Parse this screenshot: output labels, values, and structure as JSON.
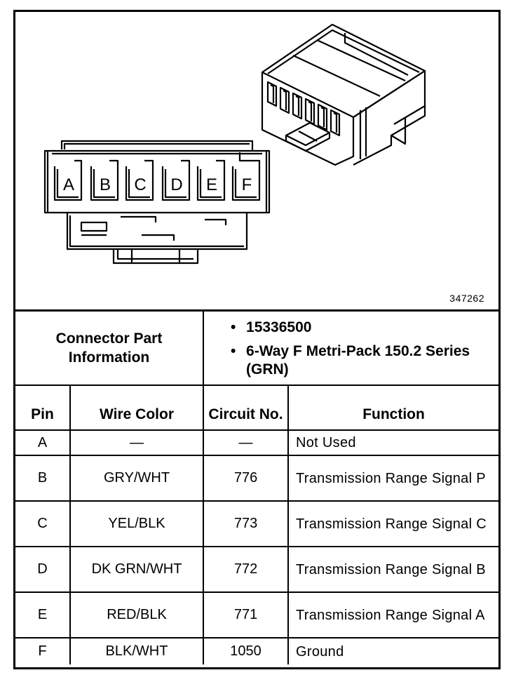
{
  "figure": {
    "id": "347262",
    "pin_letters": [
      "A",
      "B",
      "C",
      "D",
      "E",
      "F"
    ]
  },
  "connector_info": {
    "label": "Connector Part Information",
    "items": [
      "15336500",
      "6-Way F Metri-Pack 150.2 Series (GRN)"
    ]
  },
  "table": {
    "headers": {
      "pin": "Pin",
      "wire_color": "Wire Color",
      "circuit": "Circuit No.",
      "function": "Function"
    },
    "rows": [
      {
        "pin": "A",
        "wire_color": "—",
        "circuit": "—",
        "function": "Not Used"
      },
      {
        "pin": "B",
        "wire_color": "GRY/WHT",
        "circuit": "776",
        "function": "Transmission Range Signal P"
      },
      {
        "pin": "C",
        "wire_color": "YEL/BLK",
        "circuit": "773",
        "function": "Transmission Range Signal C"
      },
      {
        "pin": "D",
        "wire_color": "DK GRN/WHT",
        "circuit": "772",
        "function": "Transmission Range Signal B"
      },
      {
        "pin": "E",
        "wire_color": "RED/BLK",
        "circuit": "771",
        "function": "Transmission Range Signal A"
      },
      {
        "pin": "F",
        "wire_color": "BLK/WHT",
        "circuit": "1050",
        "function": "Ground"
      }
    ]
  }
}
